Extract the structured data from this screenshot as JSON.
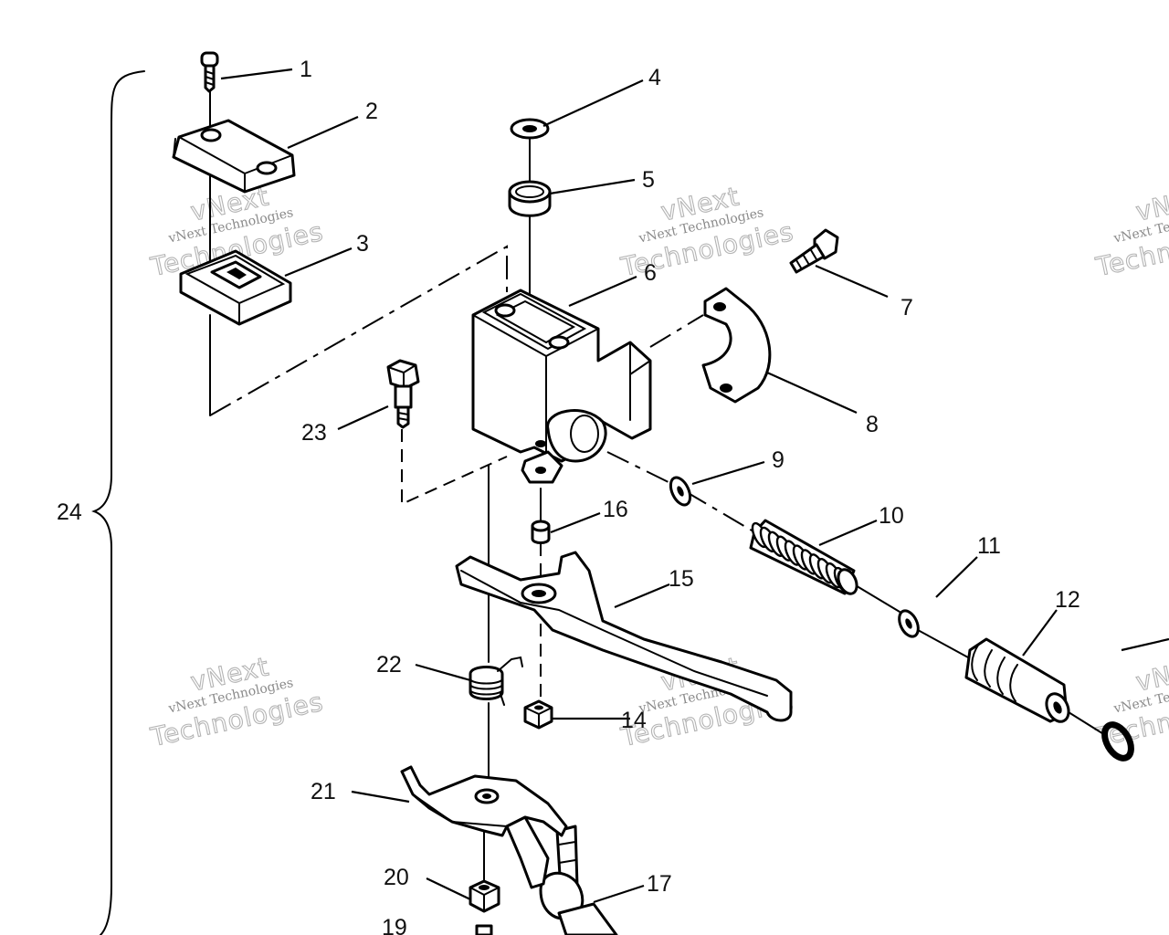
{
  "callouts": [
    {
      "id": "1",
      "text": "1"
    },
    {
      "id": "2",
      "text": "2"
    },
    {
      "id": "3",
      "text": "3"
    },
    {
      "id": "4",
      "text": "4"
    },
    {
      "id": "5",
      "text": "5"
    },
    {
      "id": "6",
      "text": "6"
    },
    {
      "id": "7",
      "text": "7"
    },
    {
      "id": "8",
      "text": "8"
    },
    {
      "id": "9",
      "text": "9"
    },
    {
      "id": "10",
      "text": "10"
    },
    {
      "id": "11",
      "text": "11"
    },
    {
      "id": "12",
      "text": "12"
    },
    {
      "id": "14",
      "text": "14"
    },
    {
      "id": "15",
      "text": "15"
    },
    {
      "id": "16",
      "text": "16"
    },
    {
      "id": "17",
      "text": "17"
    },
    {
      "id": "19",
      "text": "19"
    },
    {
      "id": "20",
      "text": "20"
    },
    {
      "id": "21",
      "text": "21"
    },
    {
      "id": "22",
      "text": "22"
    },
    {
      "id": "23",
      "text": "23"
    },
    {
      "id": "24",
      "text": "24"
    }
  ],
  "watermark": {
    "line_small": "vNext Technologies",
    "line_top": "vNext",
    "line_bottom": "Technologies"
  }
}
